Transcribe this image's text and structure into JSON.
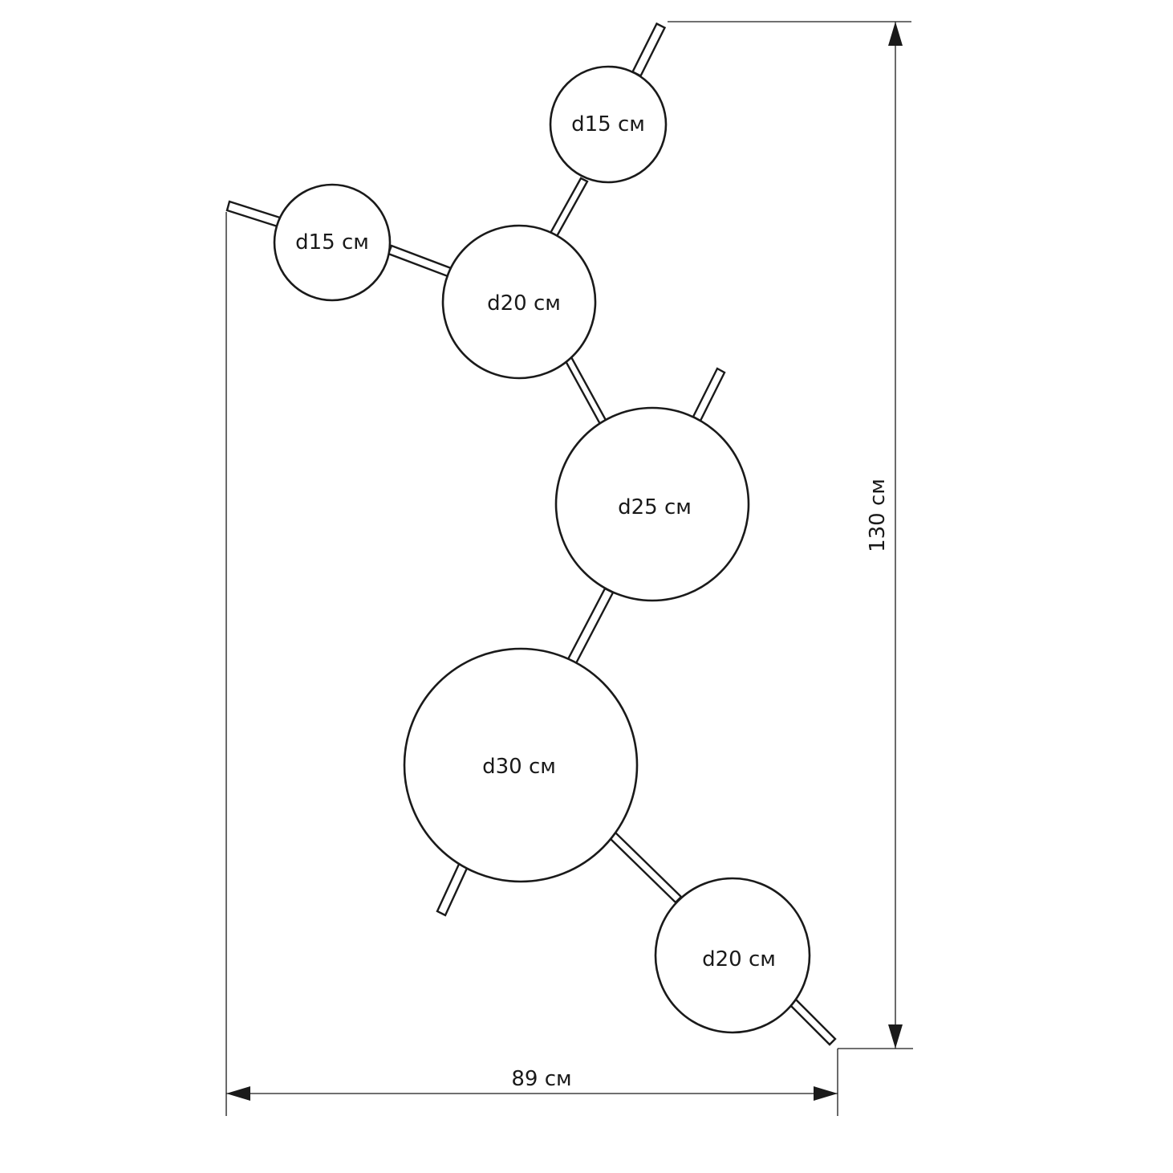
{
  "shapes": [
    {
      "label": "d15 см"
    },
    {
      "label": "d15 см"
    },
    {
      "label": "d20 см"
    },
    {
      "label": "d25 см"
    },
    {
      "label": "d30 см"
    },
    {
      "label": "d20 см"
    }
  ],
  "dimensions": {
    "height": "130 см",
    "width": "89 см"
  }
}
